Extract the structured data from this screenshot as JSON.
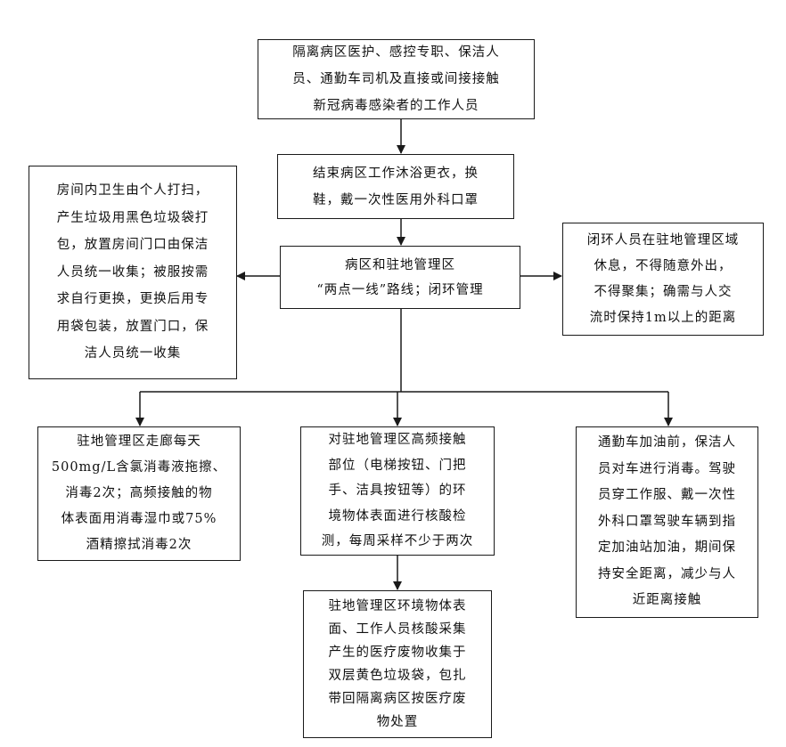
{
  "nodes": {
    "top": [
      "隔离病区医护、感控专职、保洁人",
      "员、通勤车司机及直接或间接接触",
      "新冠病毒感染者的工作人员"
    ],
    "shower": [
      "结束病区工作沐浴更衣，换",
      "鞋，戴一次性医用外科口罩"
    ],
    "center": [
      "病区和驻地管理区",
      "“两点一线”路线；闭环管理"
    ],
    "left_room": [
      "房间内卫生由个人打扫，",
      "产生垃圾用黑色垃圾袋打",
      "包，放置房间门口由保洁",
      "人员统一收集；被服按需",
      "求自行更换，更换后用专",
      "用袋包装，放置门口，保",
      "洁人员统一收集"
    ],
    "right_rest": [
      "闭环人员在驻地管理区域",
      "休息，不得随意外出，",
      "不得聚集；确需与人交",
      "流时保持1m以上的距离"
    ],
    "corridor": [
      "驻地管理区走廊每天",
      "500mg/L含氯消毒液拖擦、",
      "消毒2次；高频接触的物",
      "体表面用消毒湿巾或75%",
      "酒精擦拭消毒2次"
    ],
    "sampling": [
      "对驻地管理区高频接触",
      "部位（电梯按钮、门把",
      "手、洁具按钮等）的环",
      "境物体表面进行核酸检",
      "测，每周采样不少于两次"
    ],
    "vehicle": [
      "通勤车加油前，保洁人",
      "员对车进行消毒。驾驶",
      "员穿工作服、戴一次性",
      "外科口罩驾驶车辆到指",
      "定加油站加油，期间保",
      "持安全距离，减少与人",
      "近距离接触"
    ],
    "waste": [
      "驻地管理区环境物体表",
      "面、工作人员核酸采集",
      "产生的医疗废物收集于",
      "双层黄色垃圾袋，包扎",
      "带回隔离病区按医疗废",
      "物处置"
    ]
  }
}
